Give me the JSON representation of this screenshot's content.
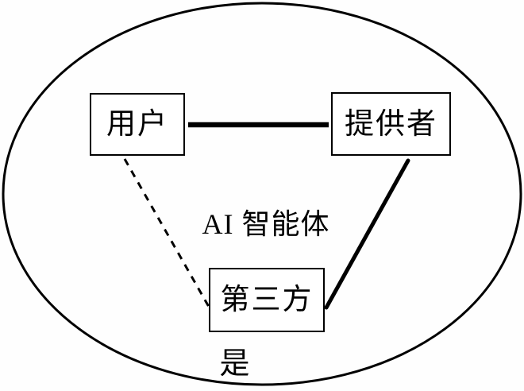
{
  "diagram": {
    "background_color": "#ffffff",
    "stroke_color": "#000000",
    "center_label": "AI 智能体",
    "bottom_label": "是",
    "nodes": {
      "user": {
        "label": "用户"
      },
      "provider": {
        "label": "提供者"
      },
      "third_party": {
        "label": "第三方"
      }
    },
    "edges": [
      {
        "from": "用户",
        "to": "提供者",
        "style": "solid-thick"
      },
      {
        "from": "提供者",
        "to": "第三方",
        "style": "solid-thick"
      },
      {
        "from": "用户",
        "to": "第三方",
        "style": "dashed"
      }
    ]
  }
}
